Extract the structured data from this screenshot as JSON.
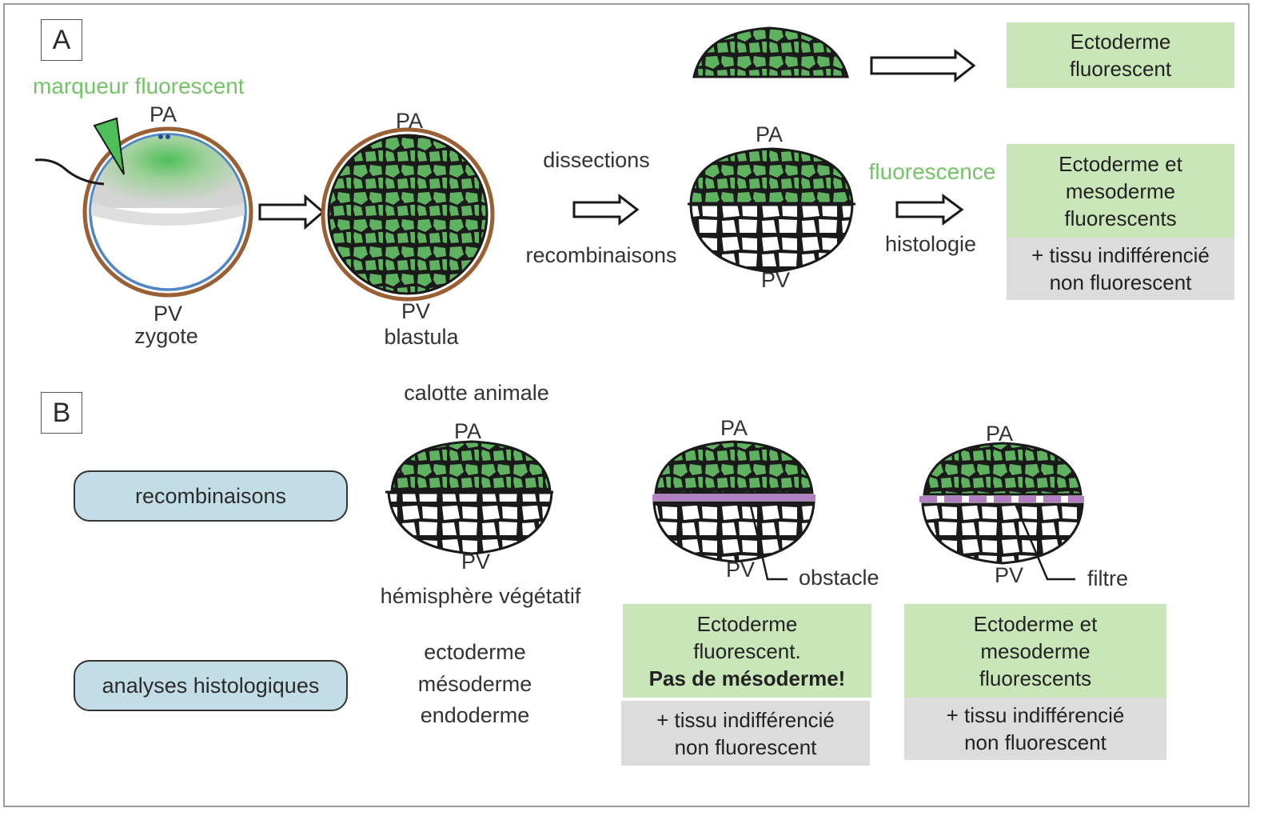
{
  "panels": {
    "a": "A",
    "b": "B"
  },
  "panel_a": {
    "marker_label": "marqueur fluorescent",
    "zygote": {
      "top": "PA",
      "bottom": "PV",
      "name": "zygote"
    },
    "blastula": {
      "top": "PA",
      "bottom": "PV",
      "name": "blastula"
    },
    "step_label_top": "dissections",
    "step_label_bottom": "recombinaisons",
    "recomb": {
      "top": "PA",
      "bottom": "PV"
    },
    "fluor_label": "fluorescence",
    "histo_label": "histologie",
    "result_top": {
      "line1": "Ectoderme",
      "line2": "fluorescent"
    },
    "result_bottom": {
      "green_line1": "Ectoderme et",
      "green_line2": "mesoderme",
      "green_line3": "fluorescents",
      "grey_line1": "+ tissu indifférencié",
      "grey_line2": "non fluorescent"
    }
  },
  "panel_b": {
    "pill_recomb": "recombinaisons",
    "pill_histo": "analyses histologiques",
    "cap_label": "calotte animale",
    "veg_label": "hémisphère végétatif",
    "tissues": [
      "ectoderme",
      "mésoderme",
      "endoderme"
    ],
    "embryo1": {
      "top": "PA",
      "bottom": "PV"
    },
    "embryo2": {
      "top": "PA",
      "bottom": "PV",
      "pointer": "obstacle"
    },
    "embryo3": {
      "top": "PA",
      "bottom": "PV",
      "pointer": "filtre"
    },
    "result_obstacle": {
      "green_line1": "Ectoderme",
      "green_line2": "fluorescent.",
      "green_bold": "Pas de mésoderme!",
      "grey_line1": "+ tissu indifférencié",
      "grey_line2": "non fluorescent"
    },
    "result_filtre": {
      "green_line1": "Ectoderme et",
      "green_line2": "mesoderme",
      "green_line3": "fluorescents",
      "grey_line1": "+ tissu indifférencié",
      "grey_line2": "non fluorescent"
    }
  },
  "colors": {
    "cell_green": "#5fb360",
    "result_green": "#c9e6b8",
    "result_grey": "#dcdcdc",
    "pill_blue": "#c3dde6",
    "barrier_purple": "#b27fc3",
    "marker_green": "#76c26a",
    "membrane_brown": "#9a5f32",
    "membrane_blue": "#4f86c9"
  }
}
